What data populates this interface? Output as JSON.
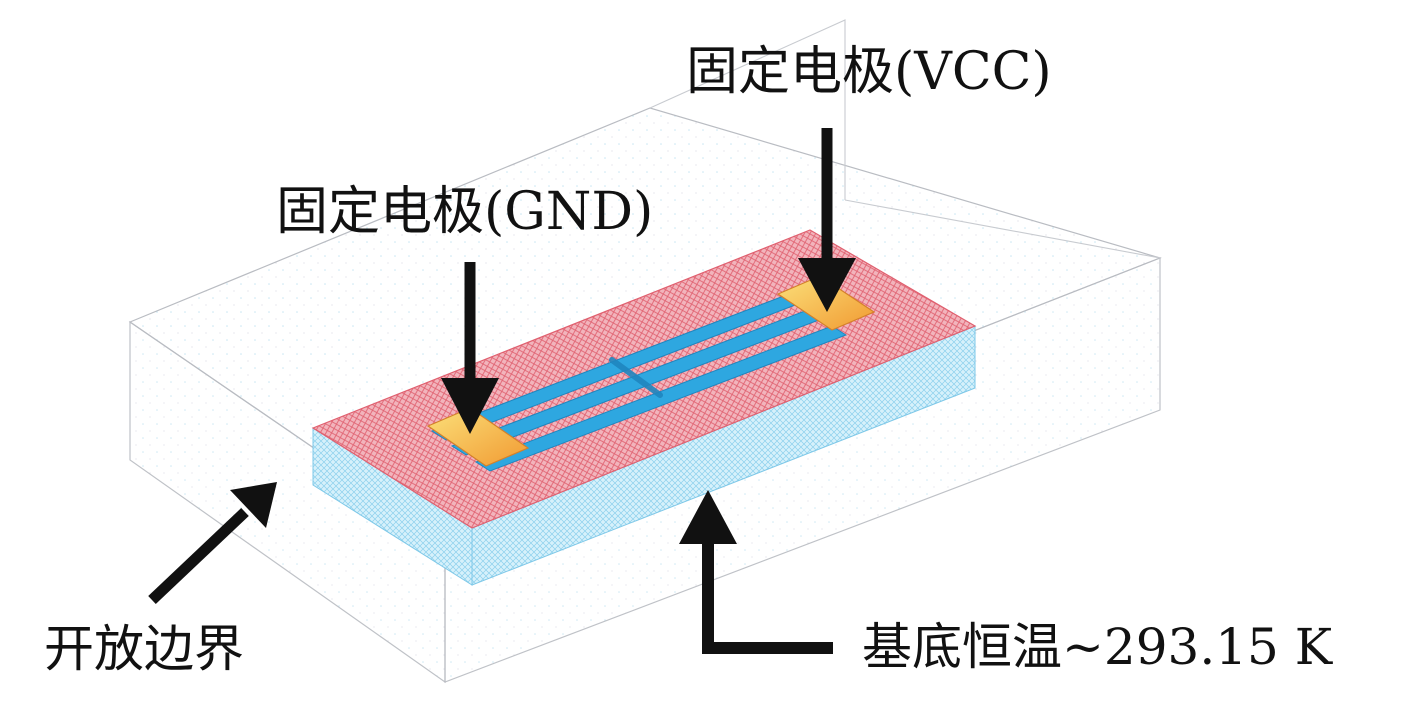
{
  "labels": {
    "electrode_vcc": "固定电极(VCC)",
    "electrode_gnd": "固定电极(GND)",
    "open_boundary": "开放边界",
    "substrate_temp": "基底恒温~293.15 K"
  },
  "colors": {
    "outline": "#b9bcc2",
    "mesh_red": "#e46b78",
    "mesh_red_light": "#f3b3bb",
    "substrate_blue": "#8fd3ee",
    "substrate_blue_light": "#cfeefa",
    "strip_blue": "#2fa6df",
    "pad_orange": "#f3a43a",
    "pad_yellow": "#f9d25a",
    "arrow": "#111111"
  }
}
